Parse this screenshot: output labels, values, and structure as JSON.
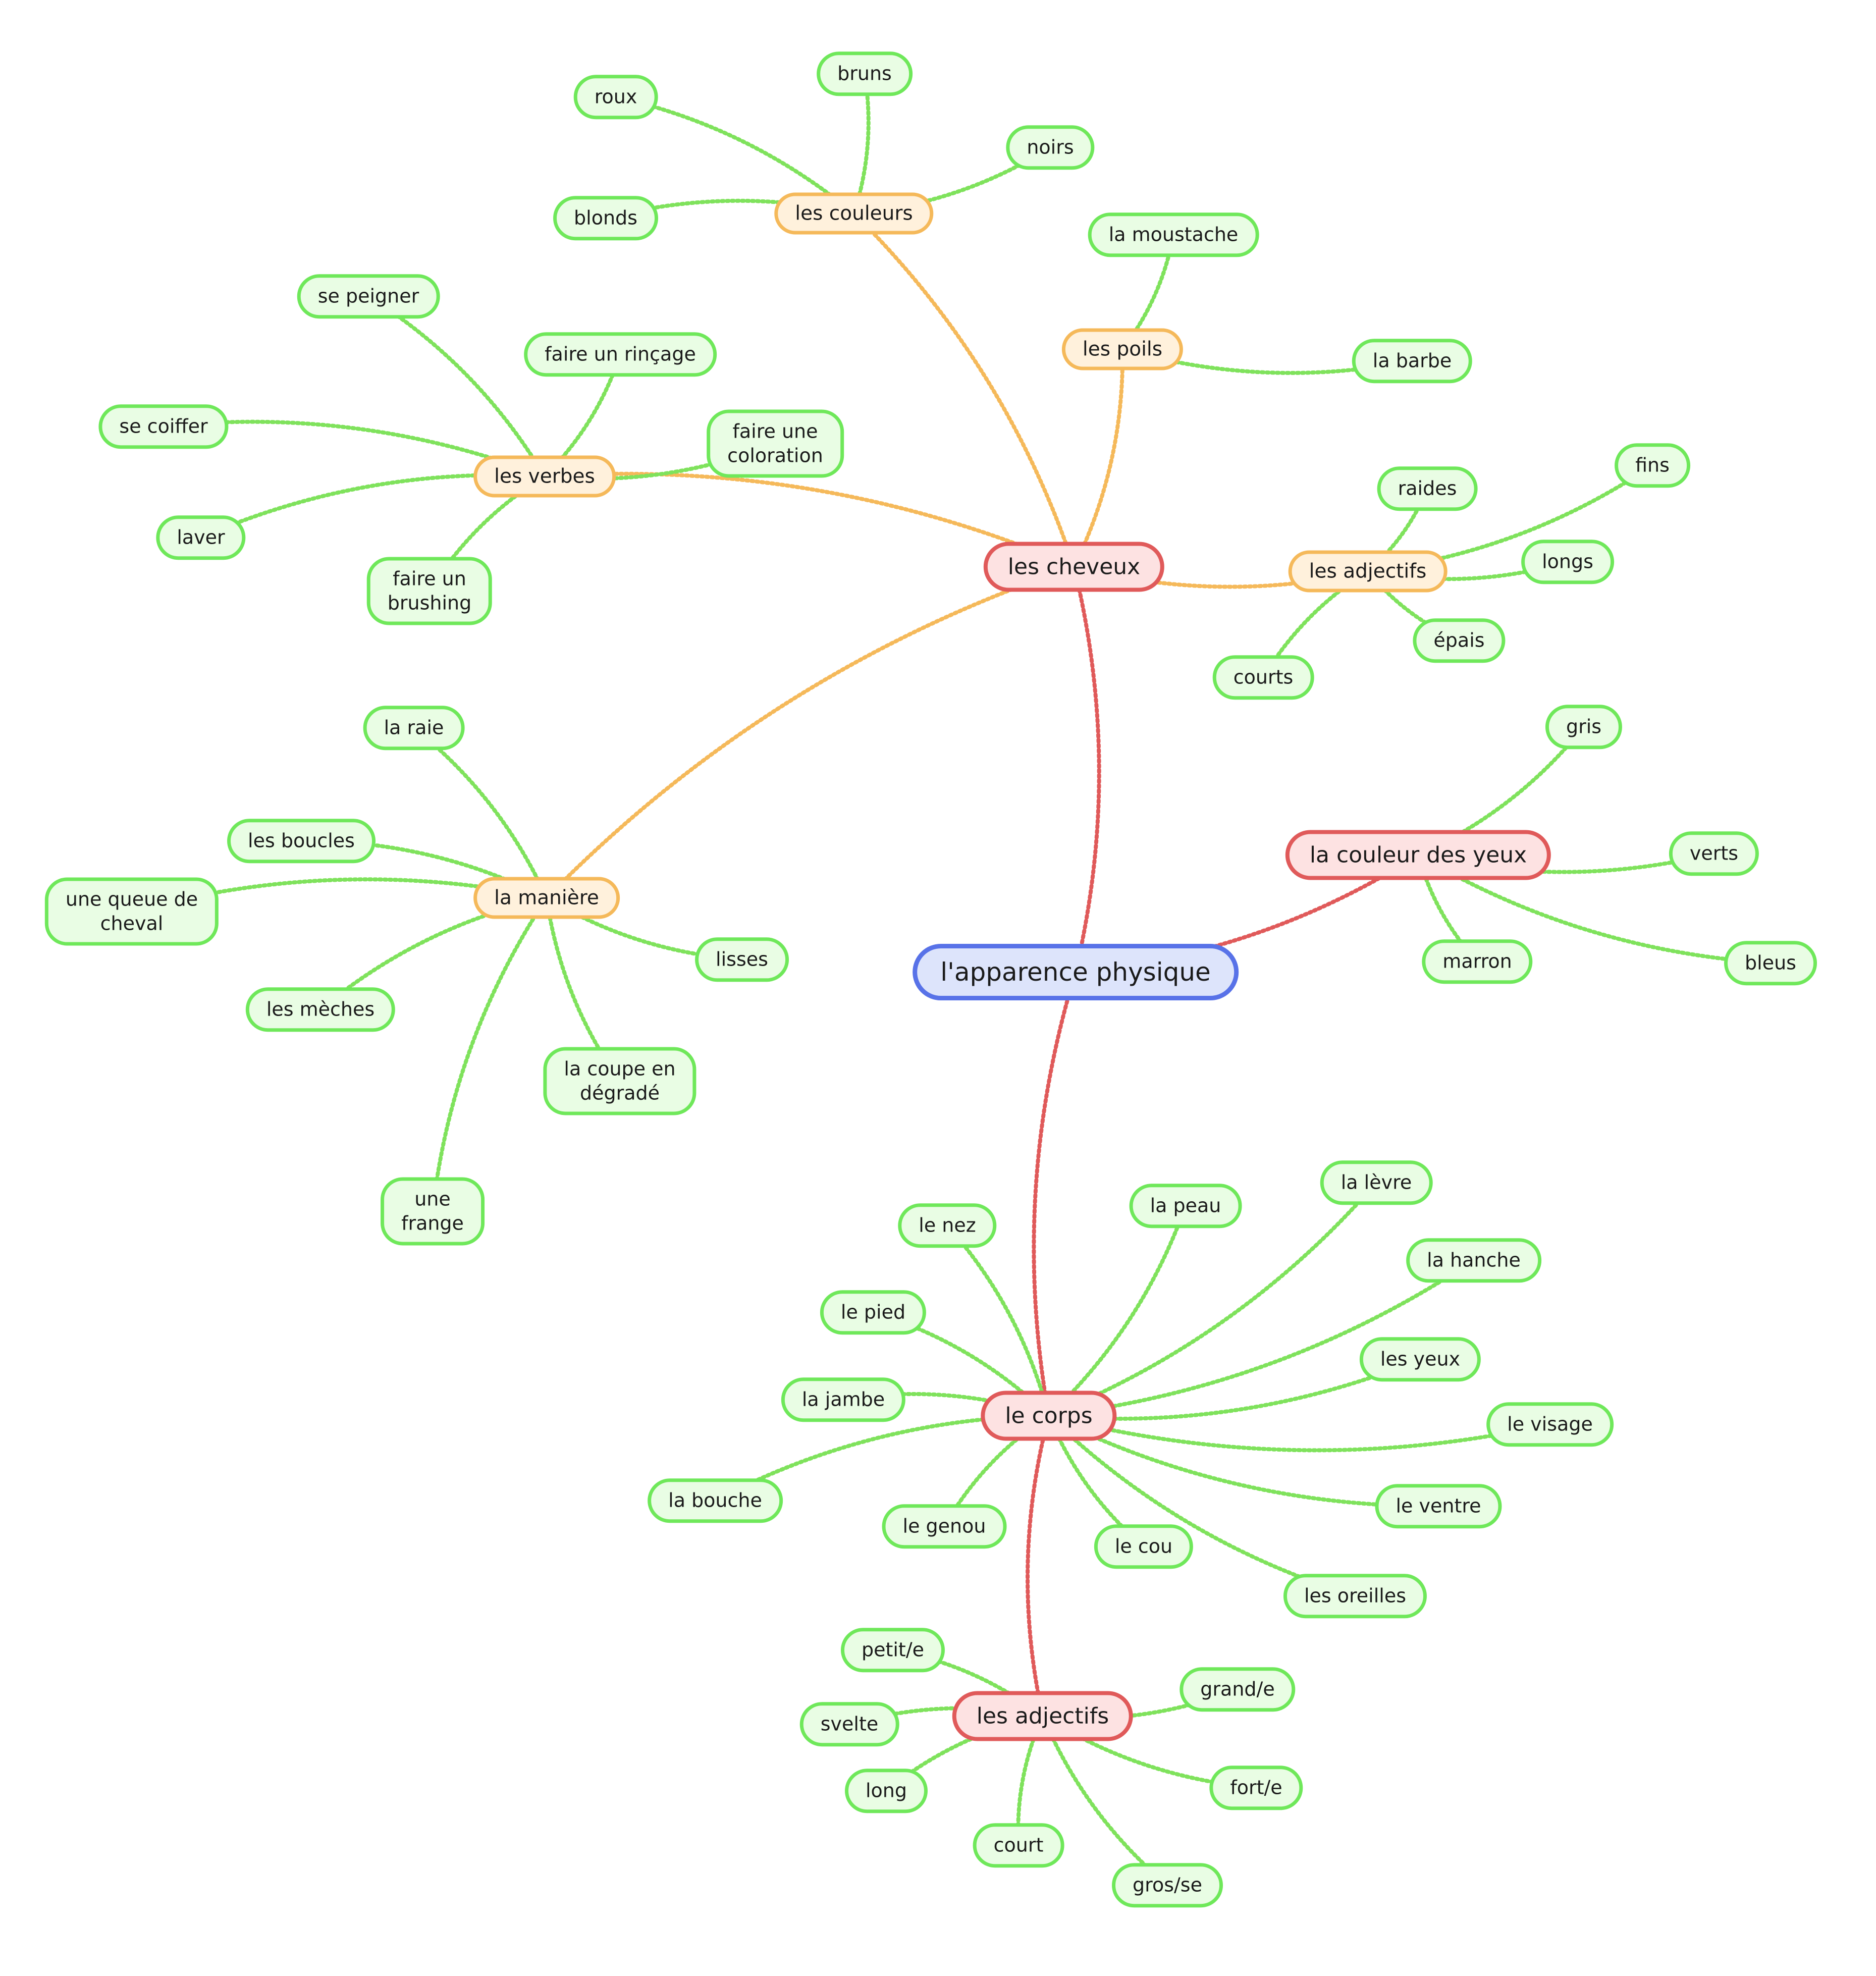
{
  "link_colors": {
    "red": "#e05a5a",
    "orange": "#f5b95a",
    "green": "#7fe25c"
  },
  "nodes": [
    {
      "id": "root",
      "label": "l'apparence physique",
      "level": "root"
    },
    {
      "id": "cheveux",
      "label": "les cheveux",
      "level": "main",
      "parent": "root"
    },
    {
      "id": "yeux",
      "label": "la couleur des yeux",
      "level": "main",
      "parent": "root"
    },
    {
      "id": "corps",
      "label": "le corps",
      "level": "main",
      "parent": "root"
    },
    {
      "id": "adjcorps",
      "label": "les adjectifs",
      "level": "main",
      "parent": "corps"
    },
    {
      "id": "couleurs",
      "label": "les couleurs",
      "level": "sub",
      "parent": "cheveux"
    },
    {
      "id": "poils",
      "label": "les poils",
      "level": "sub",
      "parent": "cheveux"
    },
    {
      "id": "verbes",
      "label": "les verbes",
      "level": "sub",
      "parent": "cheveux"
    },
    {
      "id": "adjch",
      "label": "les adjectifs",
      "level": "sub",
      "parent": "cheveux"
    },
    {
      "id": "maniere",
      "label": "la manière",
      "level": "sub",
      "parent": "cheveux"
    },
    {
      "id": "bruns",
      "label": "bruns",
      "level": "leaf",
      "parent": "couleurs"
    },
    {
      "id": "roux",
      "label": "roux",
      "level": "leaf",
      "parent": "couleurs"
    },
    {
      "id": "noirs",
      "label": "noirs",
      "level": "leaf",
      "parent": "couleurs"
    },
    {
      "id": "blonds",
      "label": "blonds",
      "level": "leaf",
      "parent": "couleurs"
    },
    {
      "id": "moustache",
      "label": "la moustache",
      "level": "leaf",
      "parent": "poils"
    },
    {
      "id": "barbe",
      "label": "la barbe",
      "level": "leaf",
      "parent": "poils"
    },
    {
      "id": "peigner",
      "label": "se peigner",
      "level": "leaf",
      "parent": "verbes"
    },
    {
      "id": "rincage",
      "label": "faire un rinçage",
      "level": "leaf",
      "parent": "verbes"
    },
    {
      "id": "coiffer",
      "label": "se coiffer",
      "level": "leaf",
      "parent": "verbes"
    },
    {
      "id": "coloration",
      "label": "faire une\ncoloration",
      "level": "leaf",
      "parent": "verbes"
    },
    {
      "id": "laver",
      "label": "laver",
      "level": "leaf",
      "parent": "verbes"
    },
    {
      "id": "brushing",
      "label": "faire un\nbrushing",
      "level": "leaf",
      "parent": "verbes"
    },
    {
      "id": "raides",
      "label": "raides",
      "level": "leaf",
      "parent": "adjch"
    },
    {
      "id": "fins",
      "label": "fins",
      "level": "leaf",
      "parent": "adjch"
    },
    {
      "id": "longs",
      "label": "longs",
      "level": "leaf",
      "parent": "adjch"
    },
    {
      "id": "epais",
      "label": "épais",
      "level": "leaf",
      "parent": "adjch"
    },
    {
      "id": "courts",
      "label": "courts",
      "level": "leaf",
      "parent": "adjch"
    },
    {
      "id": "raie",
      "label": "la raie",
      "level": "leaf",
      "parent": "maniere"
    },
    {
      "id": "boucles",
      "label": "les boucles",
      "level": "leaf",
      "parent": "maniere"
    },
    {
      "id": "queue",
      "label": "une queue de\ncheval",
      "level": "leaf",
      "parent": "maniere"
    },
    {
      "id": "lisses",
      "label": "lisses",
      "level": "leaf",
      "parent": "maniere"
    },
    {
      "id": "meches",
      "label": "les mèches",
      "level": "leaf",
      "parent": "maniere"
    },
    {
      "id": "degrade",
      "label": "la coupe en\ndégradé",
      "level": "leaf",
      "parent": "maniere"
    },
    {
      "id": "frange",
      "label": "une\nfrange",
      "level": "leaf",
      "parent": "maniere"
    },
    {
      "id": "gris",
      "label": "gris",
      "level": "leaf",
      "parent": "yeux"
    },
    {
      "id": "verts",
      "label": "verts",
      "level": "leaf",
      "parent": "yeux"
    },
    {
      "id": "marron",
      "label": "marron",
      "level": "leaf",
      "parent": "yeux"
    },
    {
      "id": "bleus",
      "label": "bleus",
      "level": "leaf",
      "parent": "yeux"
    },
    {
      "id": "levre",
      "label": "la lèvre",
      "level": "leaf",
      "parent": "corps"
    },
    {
      "id": "peau",
      "label": "la peau",
      "level": "leaf",
      "parent": "corps"
    },
    {
      "id": "nez",
      "label": "le nez",
      "level": "leaf",
      "parent": "corps"
    },
    {
      "id": "hanche",
      "label": "la hanche",
      "level": "leaf",
      "parent": "corps"
    },
    {
      "id": "pied",
      "label": "le pied",
      "level": "leaf",
      "parent": "corps"
    },
    {
      "id": "lesyeux",
      "label": "les yeux",
      "level": "leaf",
      "parent": "corps"
    },
    {
      "id": "jambe",
      "label": "la jambe",
      "level": "leaf",
      "parent": "corps"
    },
    {
      "id": "visage",
      "label": "le visage",
      "level": "leaf",
      "parent": "corps"
    },
    {
      "id": "bouche",
      "label": "la bouche",
      "level": "leaf",
      "parent": "corps"
    },
    {
      "id": "ventre",
      "label": "le ventre",
      "level": "leaf",
      "parent": "corps"
    },
    {
      "id": "genou",
      "label": "le genou",
      "level": "leaf",
      "parent": "corps"
    },
    {
      "id": "cou",
      "label": "le cou",
      "level": "leaf",
      "parent": "corps"
    },
    {
      "id": "oreilles",
      "label": "les oreilles",
      "level": "leaf",
      "parent": "corps"
    },
    {
      "id": "petit",
      "label": "petit/e",
      "level": "leaf",
      "parent": "adjcorps"
    },
    {
      "id": "grand",
      "label": "grand/e",
      "level": "leaf",
      "parent": "adjcorps"
    },
    {
      "id": "svelte",
      "label": "svelte",
      "level": "leaf",
      "parent": "adjcorps"
    },
    {
      "id": "fort",
      "label": "fort/e",
      "level": "leaf",
      "parent": "adjcorps"
    },
    {
      "id": "long",
      "label": "long",
      "level": "leaf",
      "parent": "adjcorps"
    },
    {
      "id": "court",
      "label": "court",
      "level": "leaf",
      "parent": "adjcorps"
    },
    {
      "id": "gros",
      "label": "gros/se",
      "level": "leaf",
      "parent": "adjcorps"
    }
  ]
}
